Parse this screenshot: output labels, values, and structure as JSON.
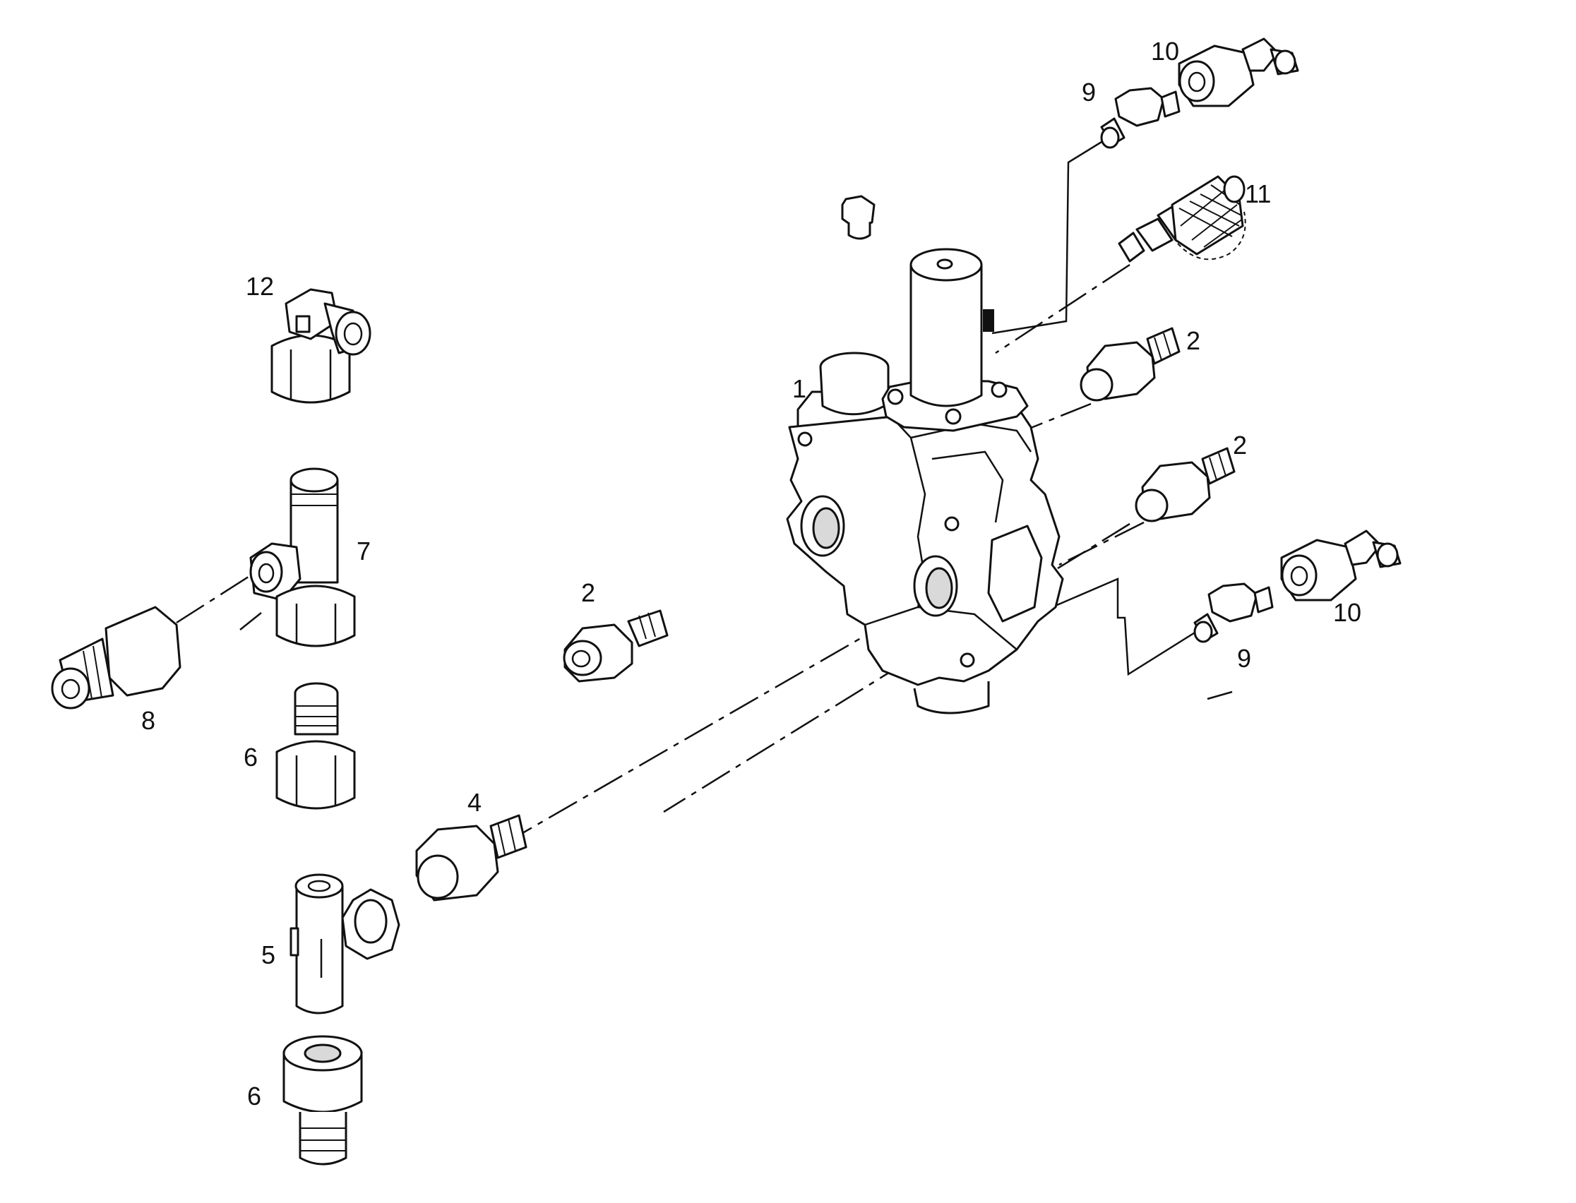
{
  "callouts": {
    "c1": "1",
    "c2a": "2",
    "c2b": "2",
    "c2c": "2",
    "c4": "4",
    "c5": "5",
    "c6a": "6",
    "c6b": "6",
    "c7": "7",
    "c8": "8",
    "c9a": "9",
    "c9b": "9",
    "c10a": "10",
    "c10b": "10",
    "c11": "11",
    "c12": "12"
  }
}
